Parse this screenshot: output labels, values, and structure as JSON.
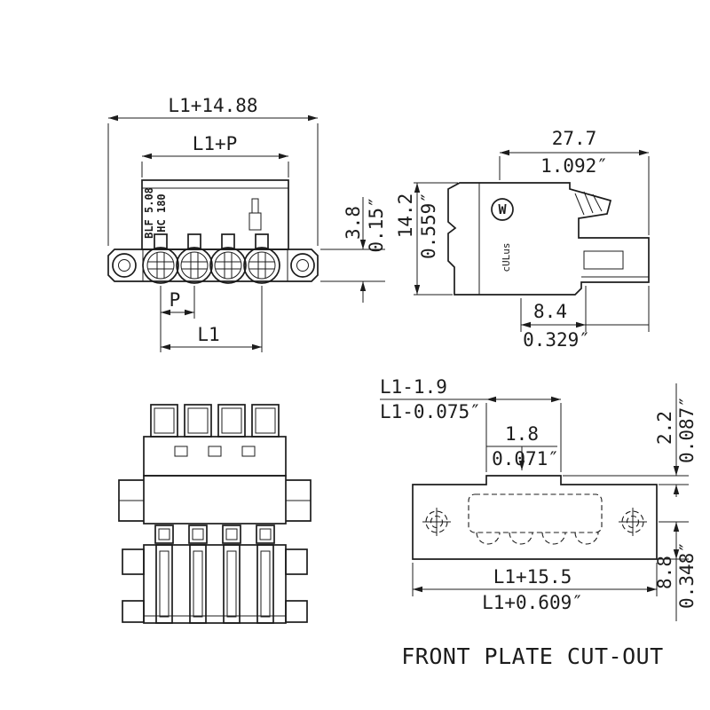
{
  "drawing": {
    "front_view": {
      "marking_line1": "BLF 5.08",
      "marking_line2": "HC 180",
      "dim_overall_width": "L1+14.88",
      "dim_body_width": "L1+P",
      "dim_flange_height_mm": "3.8",
      "dim_flange_height_in": "0.15″",
      "dim_pitch": "P",
      "dim_pole_span": "L1"
    },
    "side_view": {
      "logo_letter": "W",
      "approval_mark": "cULus",
      "dim_depth_mm": "27.7",
      "dim_depth_in": "1.092″",
      "dim_height_mm": "14.2",
      "dim_height_in": "0.559″",
      "dim_offset_mm": "8.4",
      "dim_offset_in": "0.329″"
    },
    "cutout_view": {
      "dim_notch_width_mm": "L1-1.9",
      "dim_notch_width_in": "L1-0.075″",
      "dim_step_mm": "1.8",
      "dim_step_in": "0.071″",
      "dim_edge_mm": "2.2",
      "dim_edge_in": "0.087″",
      "dim_lower_mm": "8.8",
      "dim_lower_in": "0.348″",
      "dim_width_mm": "L1+15.5",
      "dim_width_in": "L1+0.609″",
      "caption": "FRONT PLATE CUT-OUT"
    }
  }
}
